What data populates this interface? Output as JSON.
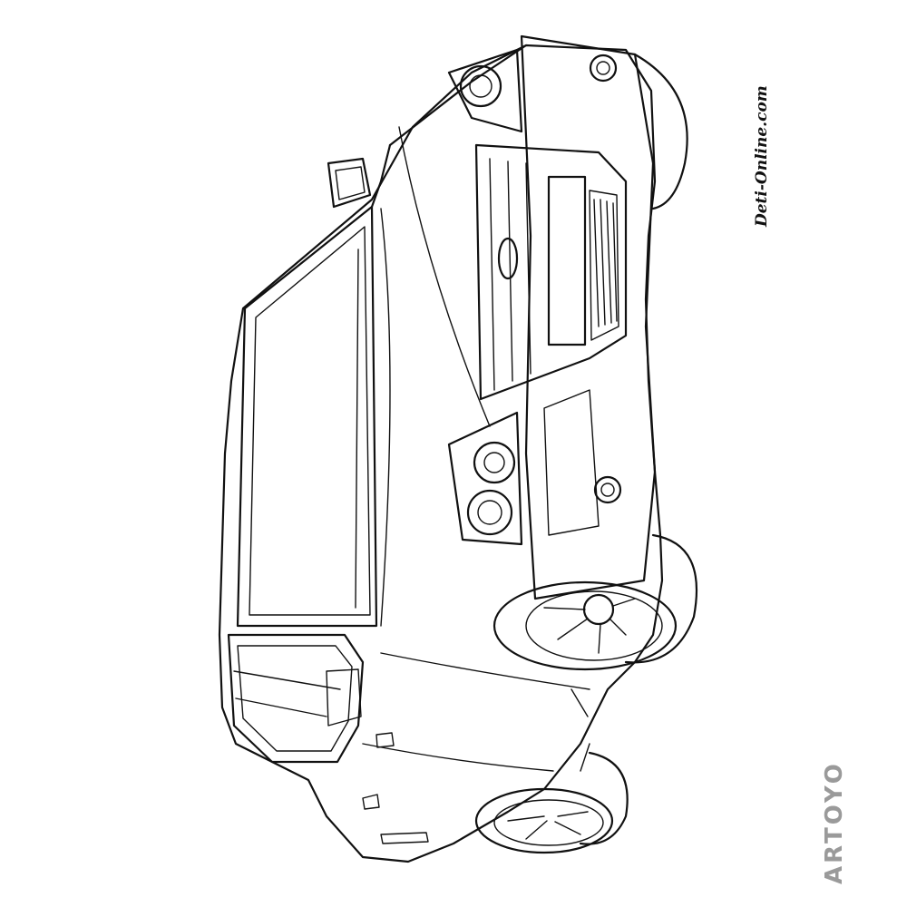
{
  "image": {
    "subject": "coloring page line drawing of an SUV",
    "background_color": "#ffffff",
    "ink_color": "#111111"
  },
  "watermarks": {
    "site": "Deti-Online.com",
    "brand": "ARTOYO",
    "brand_color": "#9a9a9a",
    "brand_accent_color": "#3f82d6"
  }
}
